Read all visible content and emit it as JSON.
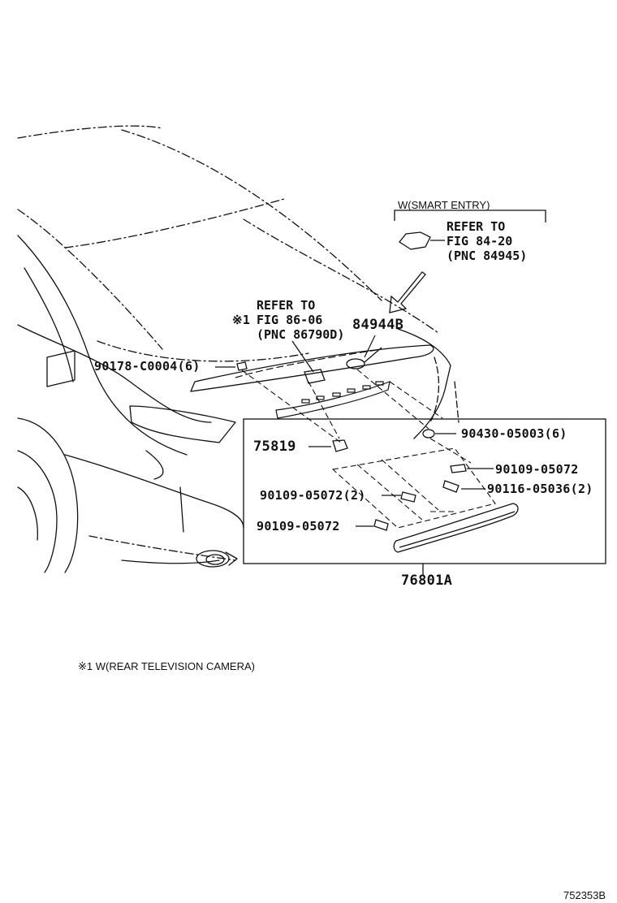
{
  "smart_entry_condition": "W(SMART ENTRY)",
  "ref_smart_entry": {
    "line1": "REFER TO",
    "line2": "FIG 84-20",
    "line3": "(PNC 84945)"
  },
  "ref_camera": {
    "mark": "※1",
    "line1": "REFER TO",
    "line2": "FIG 86-06",
    "line3": "(PNC 86790D)"
  },
  "parts": {
    "p84944B": "84944B",
    "p90178": "90178-C0004(6)",
    "p90430": "90430-05003(6)",
    "p75819": "75819",
    "p90109a": "90109-05072",
    "p90109b": "90109-05072(2)",
    "p90116": "90116-05036(2)",
    "p90109c": "90109-05072",
    "p76801A": "76801A"
  },
  "footnote": "※1 W(REAR TELEVISION CAMERA)",
  "figure_id": "752353B",
  "colors": {
    "ink": "#111111",
    "paper": "#ffffff"
  }
}
